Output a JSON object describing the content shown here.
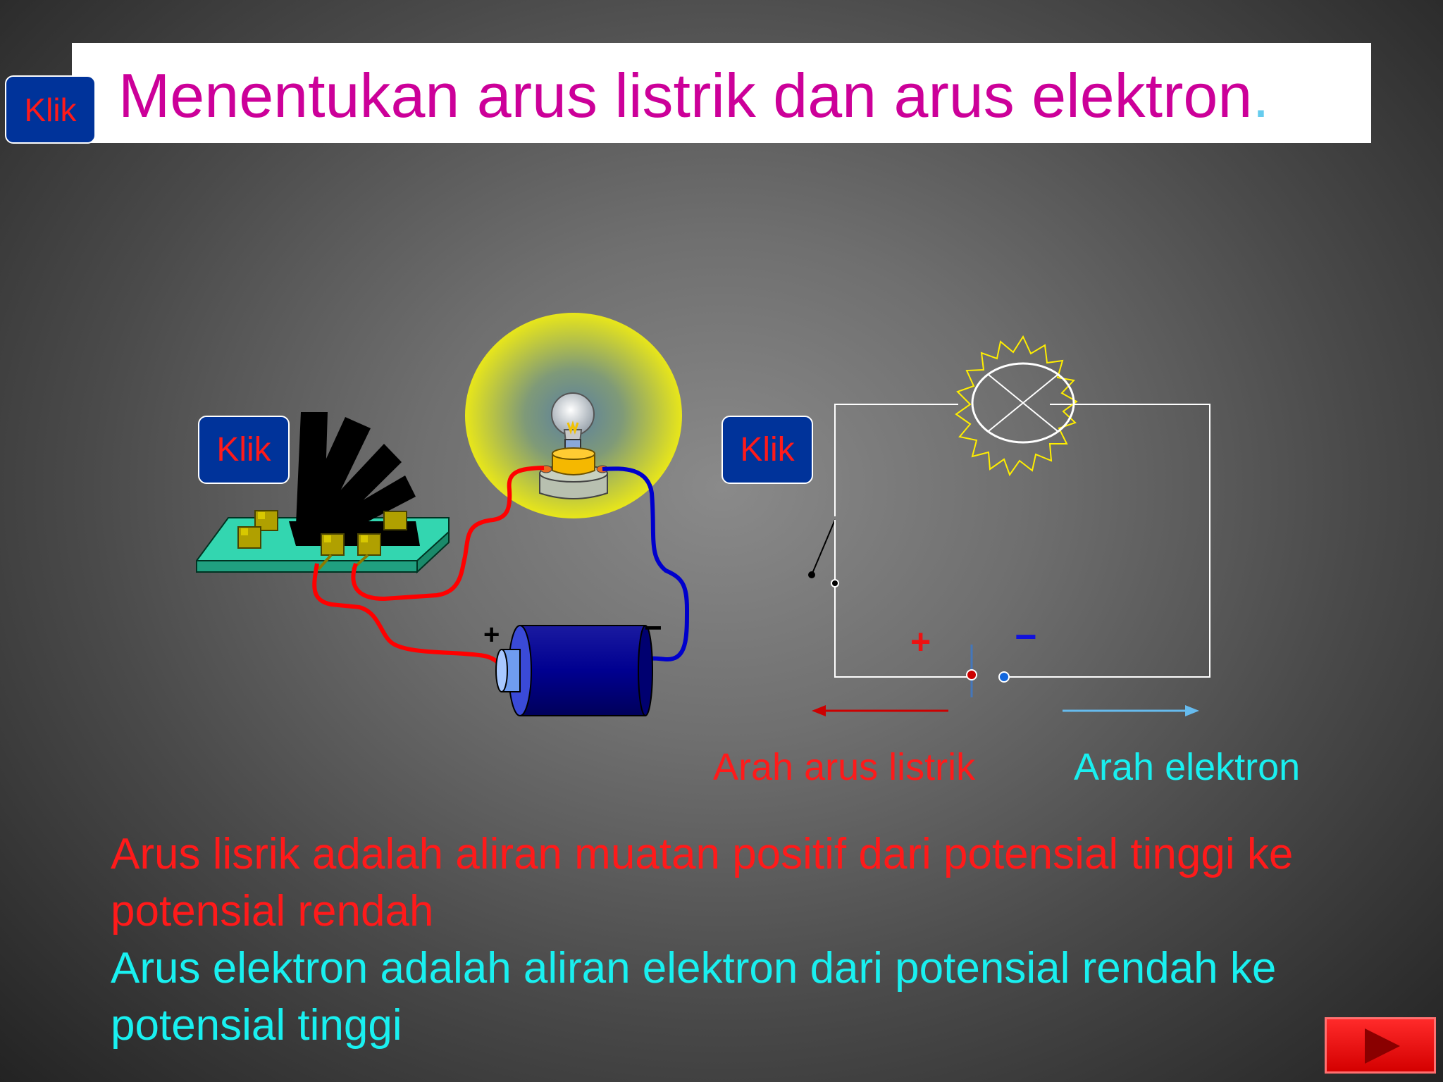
{
  "slide": {
    "title": "Menentukan arus listrik dan arus elektron",
    "title_dot": "."
  },
  "buttons": {
    "klik_top": "Klik",
    "klik_left": "Klik",
    "klik_right": "Klik"
  },
  "battery": {
    "plus_sign": "+",
    "minus_sign": "−"
  },
  "circuit": {
    "plus_sign": "+",
    "minus_sign": "−"
  },
  "labels": {
    "current_direction": "Arah arus listrik",
    "electron_direction": "Arah elektron"
  },
  "description": {
    "current_text": "Arus lisrik adalah aliran muatan positif dari potensial tinggi ke potensial rendah",
    "electron_text": "Arus elektron adalah aliran elektron dari potensial rendah ke potensial tinggi"
  },
  "colors": {
    "title": "#cc0099",
    "current": "#ff1a1a",
    "electron": "#19f0f0",
    "button_bg": "#00339a"
  },
  "icons": {
    "next": "play-triangle-icon"
  }
}
